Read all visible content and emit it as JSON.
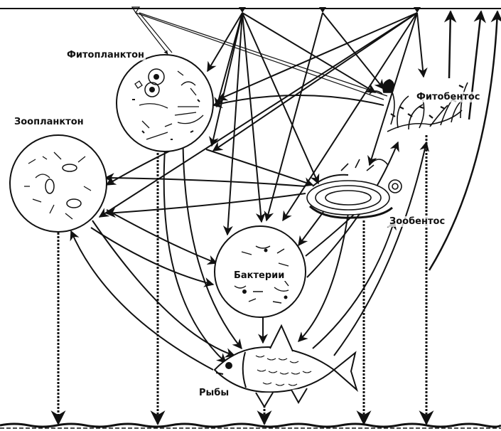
{
  "labels": {
    "phytoplankton": "Фитопланктон",
    "zooplankton": "Зоопланктон",
    "phytobenthos": "Фитобентос",
    "zoobenthos": "Зообентос",
    "bacteria": "Бактерии",
    "fish": "Рыбы"
  },
  "colors": {
    "ink": "#111111",
    "background": "#ffffff"
  }
}
